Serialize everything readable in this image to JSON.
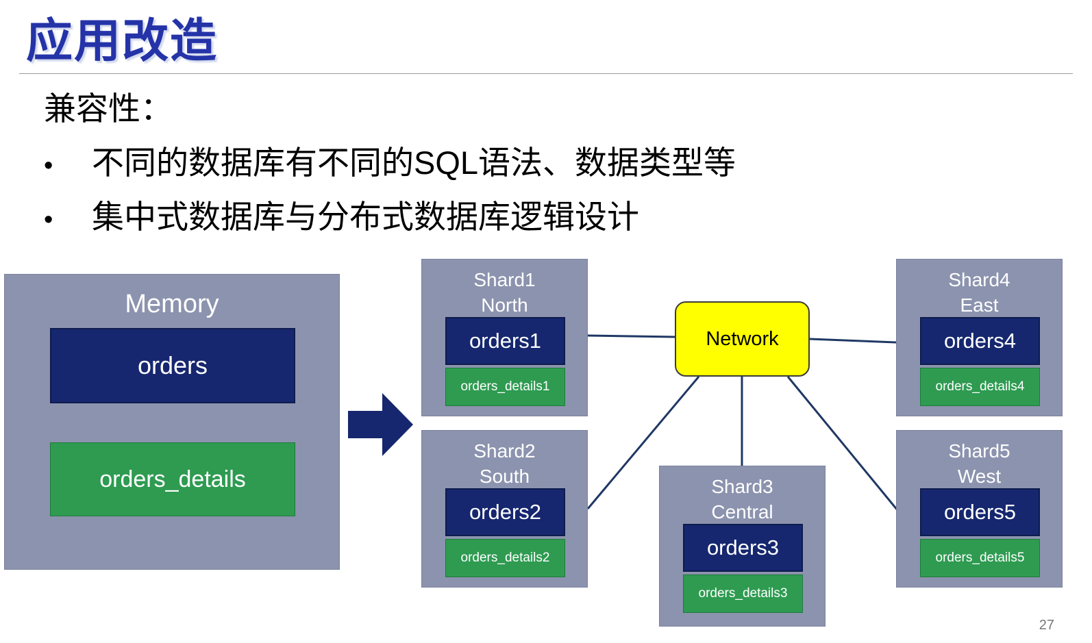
{
  "slide": {
    "title": "应用改造",
    "page_number": "27"
  },
  "body": {
    "heading": "兼容性：",
    "bullet_marker": "•",
    "bullets": [
      "不同的数据库有不同的SQL语法、数据类型等",
      "集中式数据库与分布式数据库逻辑设计"
    ]
  },
  "diagram": {
    "memory": {
      "title": "Memory",
      "orders_label": "orders",
      "details_label": "orders_details"
    },
    "network_label": "Network",
    "shards": [
      {
        "name": "Shard1",
        "region": "North",
        "orders": "orders1",
        "details": "orders_details1"
      },
      {
        "name": "Shard2",
        "region": "South",
        "orders": "orders2",
        "details": "orders_details2"
      },
      {
        "name": "Shard3",
        "region": "Central",
        "orders": "orders3",
        "details": "orders_details3"
      },
      {
        "name": "Shard4",
        "region": "East",
        "orders": "orders4",
        "details": "orders_details4"
      },
      {
        "name": "Shard5",
        "region": "West",
        "orders": "orders5",
        "details": "orders_details5"
      }
    ]
  },
  "colors": {
    "title_blue": "#2533A8",
    "panel_gray": "#8C93AE",
    "table_navy": "#16276F",
    "table_green": "#2E9B51",
    "network_yellow": "#FFFF00",
    "connector_navy": "#1F3864"
  }
}
